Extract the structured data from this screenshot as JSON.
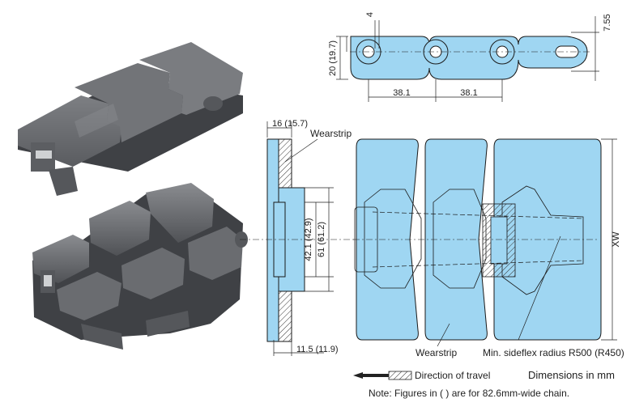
{
  "colors": {
    "chain_fill": "#9fd6f2",
    "chain_stroke": "#1a1a1a",
    "photo_gray": "#6d6f72",
    "photo_gray_dark": "#4a4c4f",
    "hatch": "#333333"
  },
  "side_view": {
    "dim_pin": "4",
    "dim_height": "20 (19.7)",
    "dim_slot": "7.55",
    "pitch_1": "38.1",
    "pitch_2": "38.1"
  },
  "section_view": {
    "dim_top_width": "16 (15.7)",
    "dim_inner": "42.1 (42.9)",
    "dim_outer": "61 (61.2)",
    "dim_bottom": "11.5 (11.9)"
  },
  "labels": {
    "wearstrip_top": "Wearstrip",
    "wearstrip_bottom": "Wearstrip",
    "xw": "XW",
    "sideflex": "Min. sideflex radius R500 (R450)",
    "direction": "Direction of travel",
    "dimensions": "Dimensions in mm",
    "note": "Note: Figures in (  ) are for 82.6mm-wide chain."
  },
  "icons": {
    "direction_arrow": "left-arrow-icon",
    "hatch_legend": "hatch-swatch-icon"
  }
}
